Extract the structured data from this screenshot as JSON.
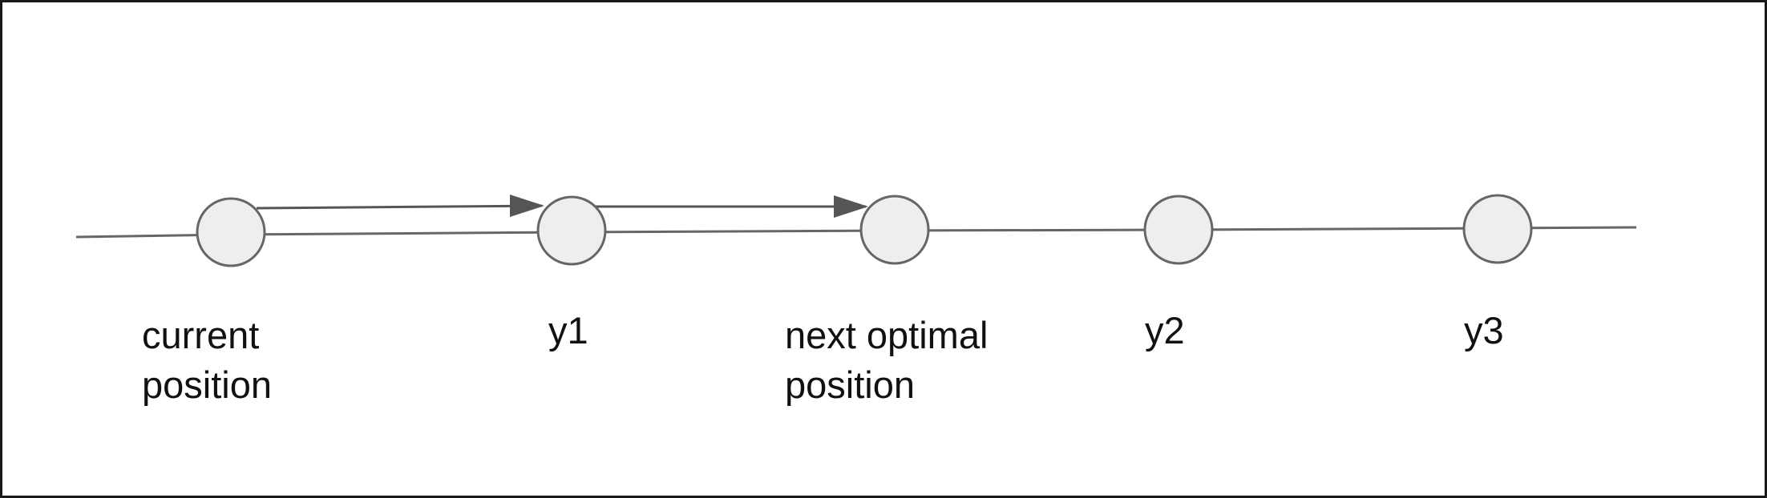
{
  "diagram": {
    "nodes": [
      {
        "id": "current",
        "label_lines": [
          "current",
          "position"
        ]
      },
      {
        "id": "y1",
        "label_lines": [
          "y1"
        ]
      },
      {
        "id": "next",
        "label_lines": [
          "next optimal",
          "position"
        ]
      },
      {
        "id": "y2",
        "label_lines": [
          "y2"
        ]
      },
      {
        "id": "y3",
        "label_lines": [
          "y3"
        ]
      }
    ],
    "edges": [
      {
        "from": "current",
        "to": "y1",
        "directed": true
      },
      {
        "from": "y1",
        "to": "next",
        "directed": true
      }
    ],
    "colors": {
      "line": "#666666",
      "node_fill": "#eeeeee",
      "node_stroke": "#666666",
      "arrow": "#555555",
      "text": "#111111"
    }
  }
}
